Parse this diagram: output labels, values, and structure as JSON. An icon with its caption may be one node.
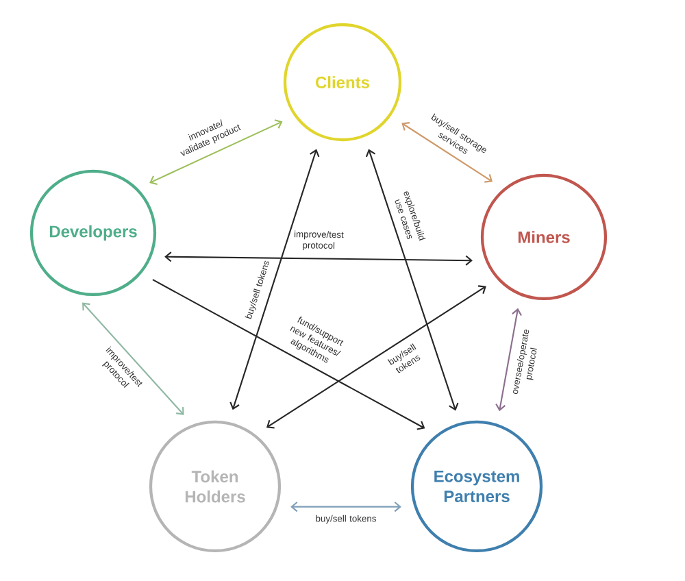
{
  "diagram": {
    "nodes": [
      {
        "text": [
          "Clients"
        ]
      },
      {
        "text": [
          "Developers"
        ]
      },
      {
        "text": [
          "Miners"
        ]
      },
      {
        "text": [
          "Token Holders"
        ]
      },
      {
        "text": [
          "Ecosystem Partners"
        ]
      }
    ],
    "edges": [
      {
        "from": 0,
        "to": 1,
        "arrow": "both",
        "label": "innovate/ validate product",
        "color": "#9cbf5a"
      },
      {
        "from": 0,
        "to": 2,
        "arrow": "both",
        "label": "buy/sell storage services",
        "color": "#cf9a6a"
      },
      {
        "from": 1,
        "to": 2,
        "arrow": "both",
        "label": "improve/test protocol"
      },
      {
        "from": 0,
        "to": 3,
        "arrow": "both",
        "label": "buy/sell tokens"
      },
      {
        "from": 0,
        "to": 4,
        "arrow": "both",
        "label": "explore/build use cases"
      },
      {
        "from": 1,
        "to": 4,
        "arrow": "to",
        "label": "fund/support new features/ algorithms"
      },
      {
        "from": 2,
        "to": 3,
        "arrow": "both",
        "label": "buy/sell tokens"
      },
      {
        "from": 1,
        "to": 3,
        "arrow": "both",
        "label": "improve/test protocol",
        "color": "#8fb8a4"
      },
      {
        "from": 2,
        "to": 4,
        "arrow": "both",
        "label": "oversee/operate protocol",
        "color": "#8c6f8e"
      },
      {
        "from": 3,
        "to": 4,
        "arrow": "both",
        "label": "buy/sell tokens",
        "color": "#7f9fba"
      }
    ]
  }
}
